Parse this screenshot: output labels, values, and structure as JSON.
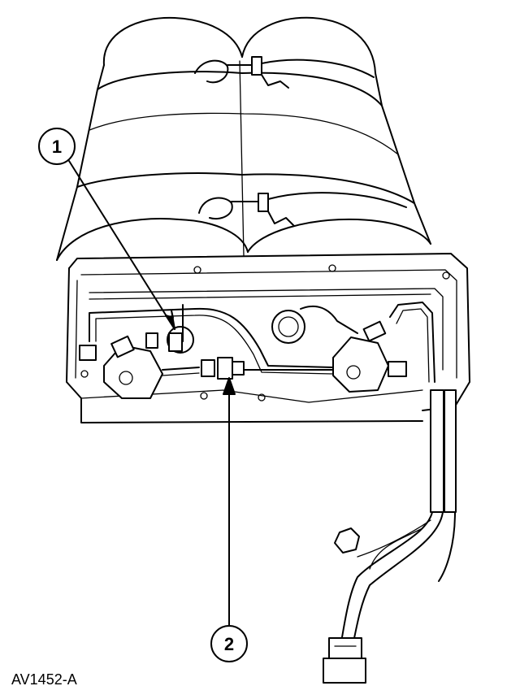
{
  "figure": {
    "id_label": "AV1452-A",
    "callouts": [
      {
        "number": "1"
      },
      {
        "number": "2"
      }
    ]
  },
  "colors": {
    "ink": "#000000",
    "paper": "#ffffff"
  }
}
